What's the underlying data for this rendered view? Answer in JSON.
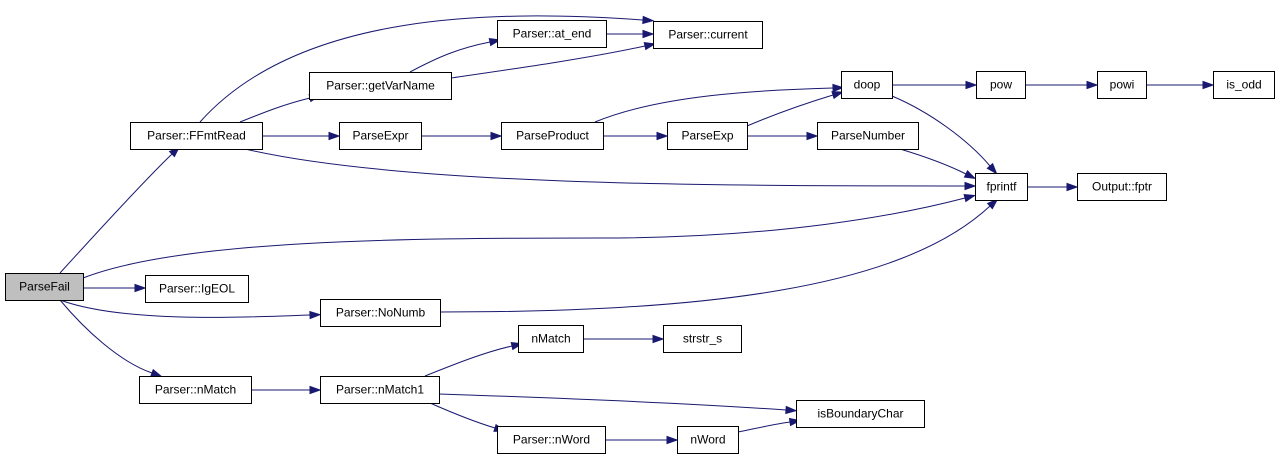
{
  "colors": {
    "edge": "#191970",
    "root_fill": "#bfbfbf",
    "node_fill": "#ffffff",
    "border": "#000000"
  },
  "nodes": [
    {
      "id": "ParseFail",
      "label": "ParseFail",
      "root": true
    },
    {
      "id": "FFmtRead",
      "label": "Parser::FFmtRead"
    },
    {
      "id": "IgEOL",
      "label": "Parser::IgEOL"
    },
    {
      "id": "NoNumb",
      "label": "Parser::NoNumb"
    },
    {
      "id": "PnMatch",
      "label": "Parser::nMatch"
    },
    {
      "id": "getVarName",
      "label": "Parser::getVarName"
    },
    {
      "id": "ParseExpr",
      "label": "ParseExpr"
    },
    {
      "id": "fprintf",
      "label": "fprintf"
    },
    {
      "id": "at_end",
      "label": "Parser::at_end"
    },
    {
      "id": "current",
      "label": "Parser::current"
    },
    {
      "id": "ParseProduct",
      "label": "ParseProduct"
    },
    {
      "id": "doop",
      "label": "doop"
    },
    {
      "id": "ParseExp",
      "label": "ParseExp"
    },
    {
      "id": "ParseNumber",
      "label": "ParseNumber"
    },
    {
      "id": "pow",
      "label": "pow"
    },
    {
      "id": "powi",
      "label": "powi"
    },
    {
      "id": "is_odd",
      "label": "is_odd"
    },
    {
      "id": "fptr",
      "label": "Output::fptr"
    },
    {
      "id": "nMatch1",
      "label": "Parser::nMatch1"
    },
    {
      "id": "nMatch",
      "label": "nMatch"
    },
    {
      "id": "strstr_s",
      "label": "strstr_s"
    },
    {
      "id": "isBoundaryChar",
      "label": "isBoundaryChar"
    },
    {
      "id": "PnWord",
      "label": "Parser::nWord"
    },
    {
      "id": "nWord",
      "label": "nWord"
    }
  ],
  "edges": [
    {
      "from": "ParseFail",
      "to": "FFmtRead"
    },
    {
      "from": "ParseFail",
      "to": "IgEOL"
    },
    {
      "from": "ParseFail",
      "to": "NoNumb"
    },
    {
      "from": "ParseFail",
      "to": "PnMatch"
    },
    {
      "from": "ParseFail",
      "to": "fprintf"
    },
    {
      "from": "FFmtRead",
      "to": "getVarName"
    },
    {
      "from": "FFmtRead",
      "to": "ParseExpr"
    },
    {
      "from": "FFmtRead",
      "to": "current"
    },
    {
      "from": "FFmtRead",
      "to": "fprintf"
    },
    {
      "from": "getVarName",
      "to": "at_end"
    },
    {
      "from": "getVarName",
      "to": "current"
    },
    {
      "from": "at_end",
      "to": "current"
    },
    {
      "from": "ParseExpr",
      "to": "ParseProduct"
    },
    {
      "from": "ParseProduct",
      "to": "doop"
    },
    {
      "from": "ParseProduct",
      "to": "ParseExp"
    },
    {
      "from": "ParseExp",
      "to": "doop"
    },
    {
      "from": "ParseExp",
      "to": "ParseNumber"
    },
    {
      "from": "doop",
      "to": "pow"
    },
    {
      "from": "doop",
      "to": "fprintf"
    },
    {
      "from": "pow",
      "to": "powi"
    },
    {
      "from": "powi",
      "to": "is_odd"
    },
    {
      "from": "ParseNumber",
      "to": "fprintf"
    },
    {
      "from": "fprintf",
      "to": "fptr"
    },
    {
      "from": "NoNumb",
      "to": "fprintf"
    },
    {
      "from": "PnMatch",
      "to": "nMatch1"
    },
    {
      "from": "nMatch1",
      "to": "nMatch"
    },
    {
      "from": "nMatch1",
      "to": "isBoundaryChar"
    },
    {
      "from": "nMatch1",
      "to": "PnWord"
    },
    {
      "from": "nMatch",
      "to": "strstr_s"
    },
    {
      "from": "PnWord",
      "to": "nWord"
    },
    {
      "from": "nWord",
      "to": "isBoundaryChar"
    }
  ]
}
